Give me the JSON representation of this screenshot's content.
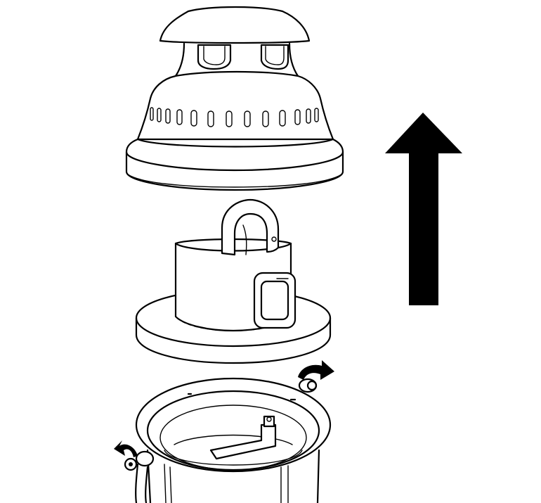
{
  "diagram": {
    "parts": [
      {
        "id": "top-cover",
        "icon": "motor-head-cover"
      },
      {
        "id": "filter-cage",
        "icon": "filter-basket"
      },
      {
        "id": "container",
        "icon": "tank-bucket"
      }
    ],
    "arrow": {
      "icon": "up-arrow",
      "direction": "up",
      "color": "#000000"
    },
    "rotation_arrows": [
      {
        "id": "right-latch",
        "icon": "curved-arrow-icon",
        "direction": "clockwise"
      },
      {
        "id": "left-latch",
        "icon": "curved-arrow-icon",
        "direction": "counterclockwise"
      }
    ],
    "colors": {
      "line": "#000000",
      "background": "#ffffff"
    }
  }
}
